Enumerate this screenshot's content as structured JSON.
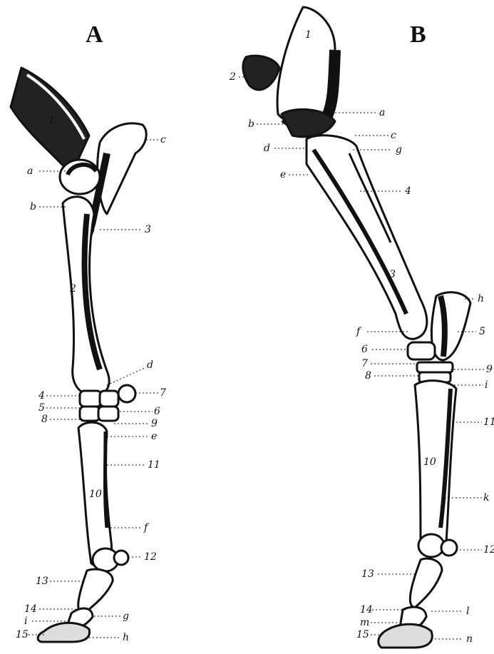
{
  "panels": [
    {
      "id": "A",
      "title": "A",
      "labels": [
        "1",
        "a",
        "b",
        "c",
        "3",
        "2",
        "d",
        "4",
        "5",
        "8",
        "7",
        "6",
        "9",
        "e",
        "11",
        "10",
        "f",
        "12",
        "13",
        "14",
        "i",
        "g",
        "15",
        "h"
      ]
    },
    {
      "id": "B",
      "title": "B",
      "labels": [
        "1",
        "2",
        "a",
        "b",
        "c",
        "d",
        "g",
        "e",
        "4",
        "3",
        "h",
        "5",
        "f",
        "6",
        "7",
        "9",
        "8",
        "i",
        "11",
        "10",
        "k",
        "12",
        "13",
        "14",
        "l",
        "m",
        "15",
        "n"
      ]
    }
  ],
  "colors": {
    "bone_fill": "#ffffff",
    "ink": "#111111",
    "background": "#ffffff"
  }
}
